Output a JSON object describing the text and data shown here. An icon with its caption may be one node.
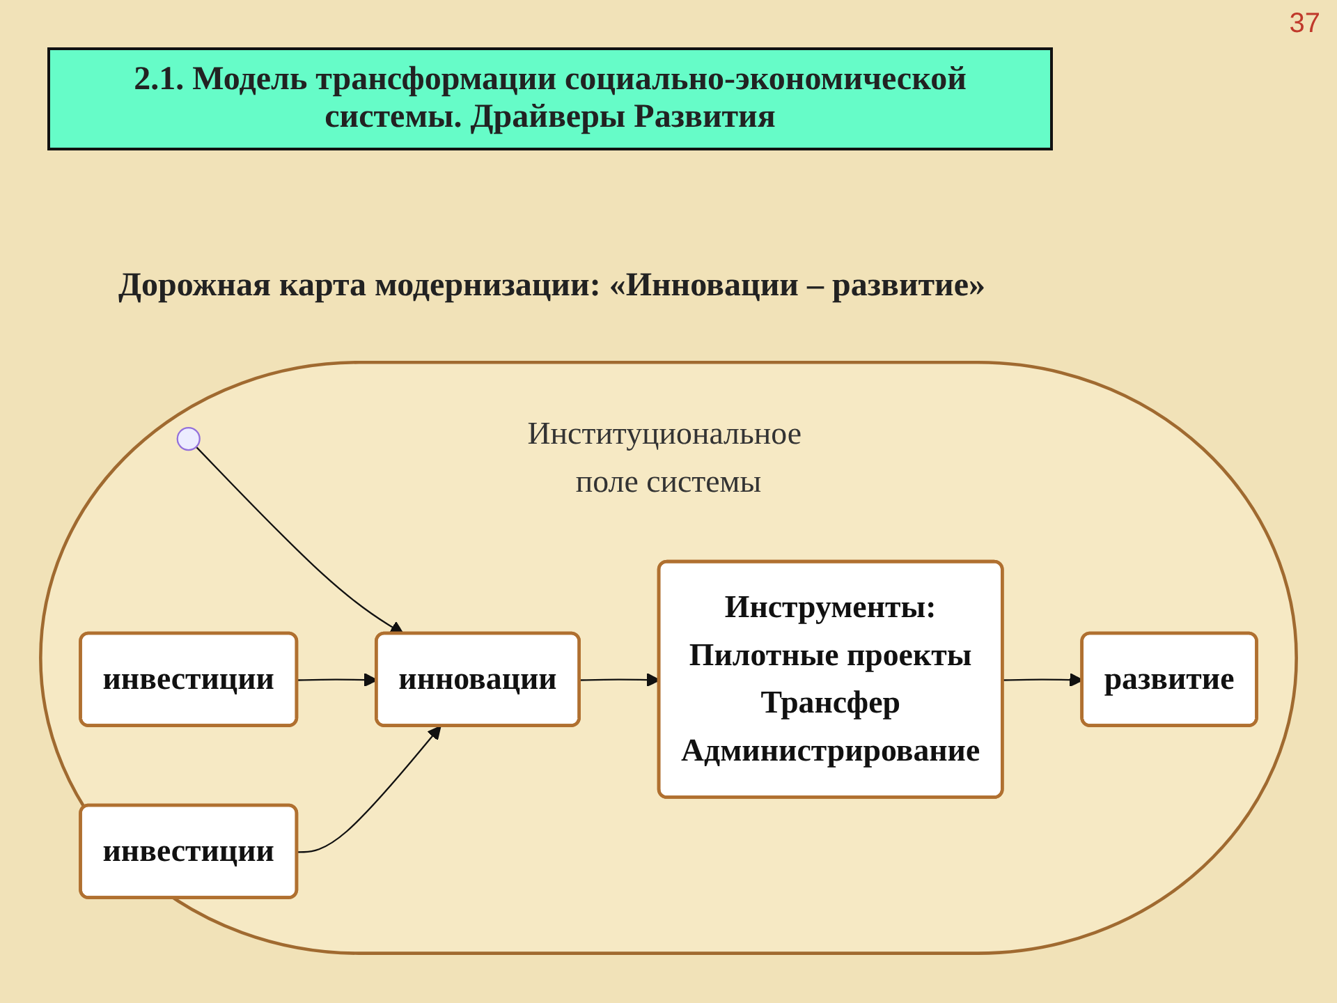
{
  "diagram": {
    "title": "2.1. Модель трансформации социально-экономической системы. Драйверы Развития",
    "nodes": [
      {
        "text": [
          "Институциональное поле системы"
        ]
      },
      {
        "text": [
          "инвестиции"
        ],
        "in": 0
      },
      {
        "text": [
          "инновации"
        ],
        "in": 0
      },
      {
        "text": [
          "Инструменты:",
          "Пилотные проекты",
          "Трансфер",
          "Администрирование"
        ],
        "in": 0
      },
      {
        "text": [
          "развитие"
        ],
        "in": 0
      },
      {
        "text": [
          "инвестиции"
        ],
        "in": 0
      }
    ],
    "edges": [
      {
        "from": null,
        "to": 2,
        "arrow": "to"
      },
      {
        "from": 1,
        "to": 2,
        "arrow": "to"
      },
      {
        "from": 5,
        "to": 2,
        "arrow": "to"
      },
      {
        "from": 2,
        "to": 3,
        "arrow": "to"
      },
      {
        "from": 3,
        "to": 4,
        "arrow": "to"
      }
    ],
    "labels": [
      "37",
      "Дорожная карта модернизации: «Инновации – развитие»"
    ]
  }
}
